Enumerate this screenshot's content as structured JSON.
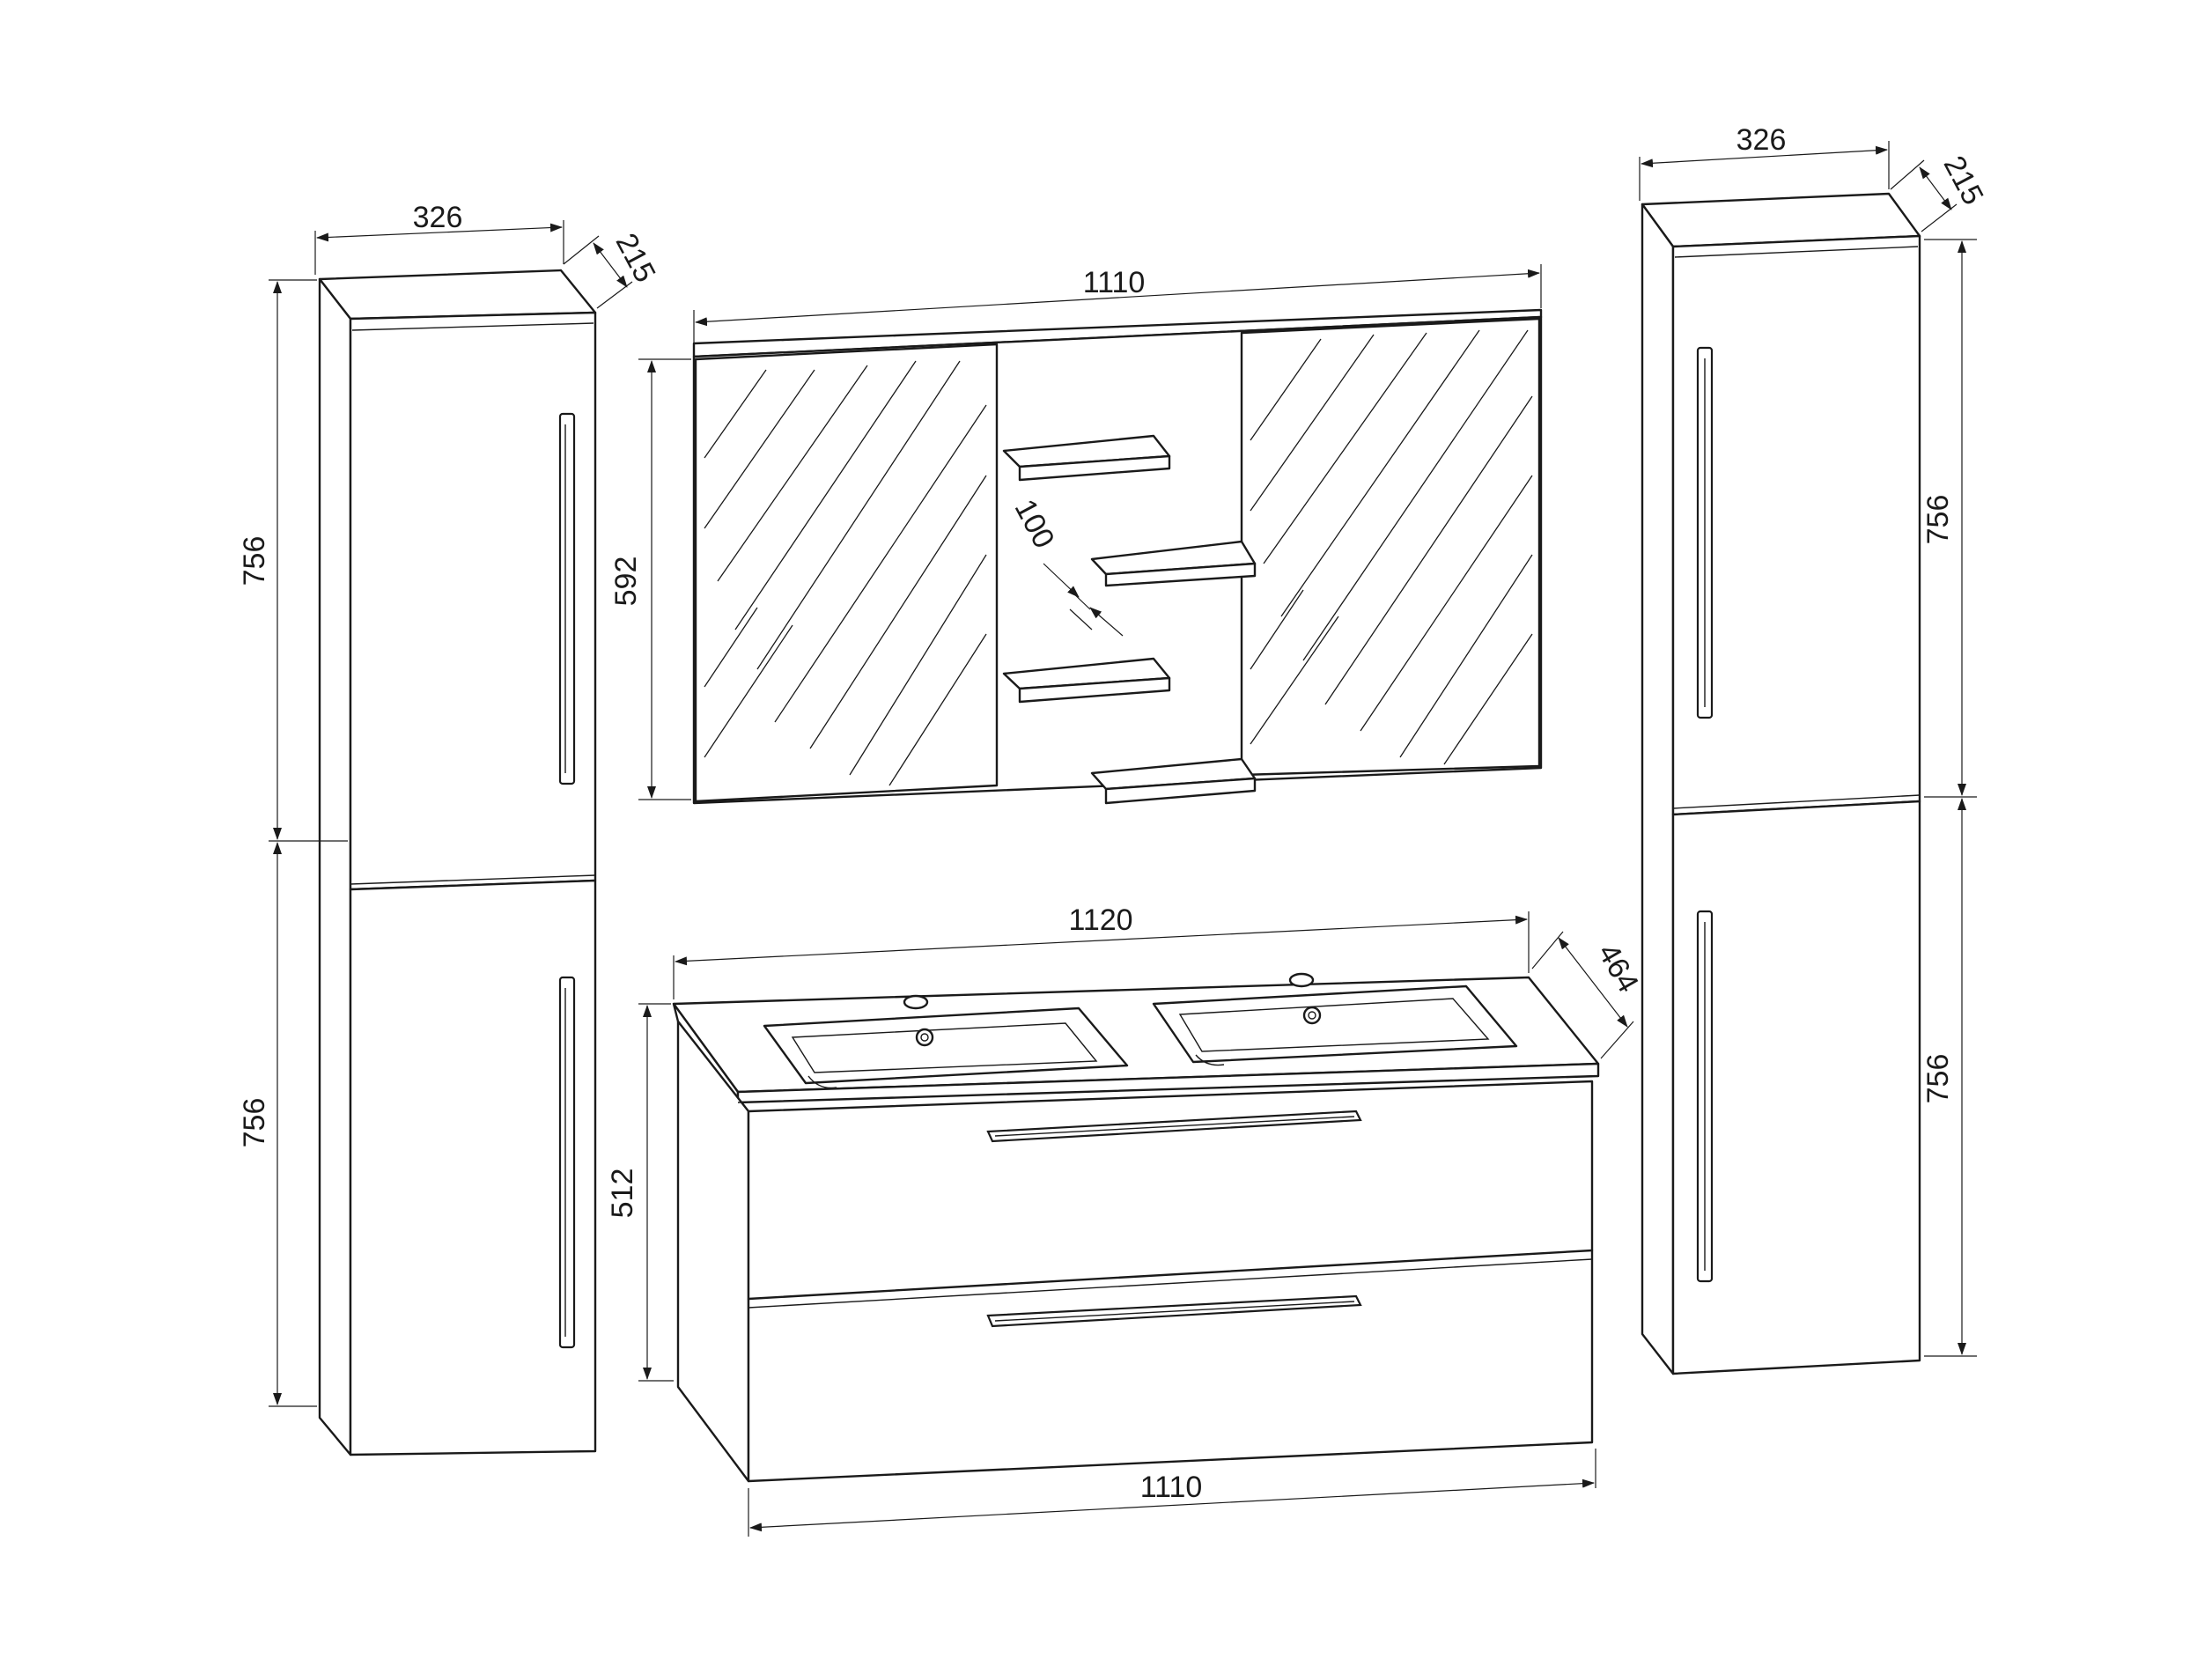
{
  "drawing": {
    "colors": {
      "line": "#1a1a1a",
      "background": "#ffffff"
    },
    "left_cabinet": {
      "width": "326",
      "depth": "215",
      "height_upper": "756",
      "height_lower": "756"
    },
    "right_cabinet": {
      "width": "326",
      "depth": "215",
      "height_upper": "756",
      "height_lower": "756"
    },
    "mirror_cabinet": {
      "width": "1110",
      "height": "592",
      "shelf_spacing": "100"
    },
    "vanity": {
      "top_width": "1120",
      "top_depth": "464",
      "height": "512",
      "bottom_width": "1110"
    }
  }
}
